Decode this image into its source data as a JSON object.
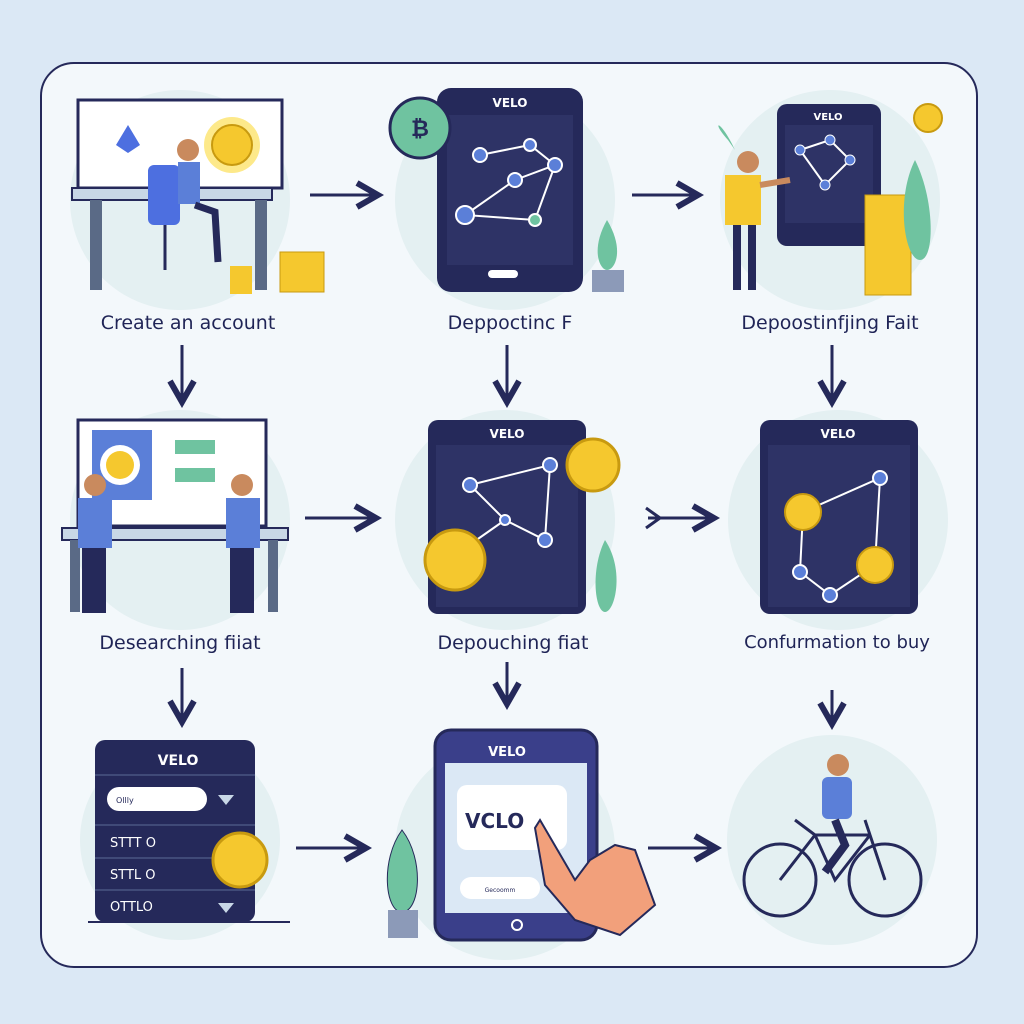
{
  "steps": [
    {
      "label": "Create an account"
    },
    {
      "label": "Deppoctinc F"
    },
    {
      "label": "Depoostinfjing Fait"
    },
    {
      "label": "Desearching fiiat"
    },
    {
      "label": "Depouching fiat"
    },
    {
      "label": "Confurmation to buy"
    },
    {
      "label": ""
    },
    {
      "label": ""
    },
    {
      "label": ""
    }
  ],
  "brand": "VELO",
  "step7": {
    "dropdown_value": "Ollly",
    "rows": [
      "STTT O",
      "STTL O",
      "OTTLO"
    ]
  },
  "step8": {
    "card_logo": "VCLO",
    "button_label": "Gecoomm"
  },
  "colors": {
    "navy": "#25295a",
    "coin": "#f5c82e",
    "plant": "#6fc3a0",
    "shirt": "#5b7fd8"
  }
}
